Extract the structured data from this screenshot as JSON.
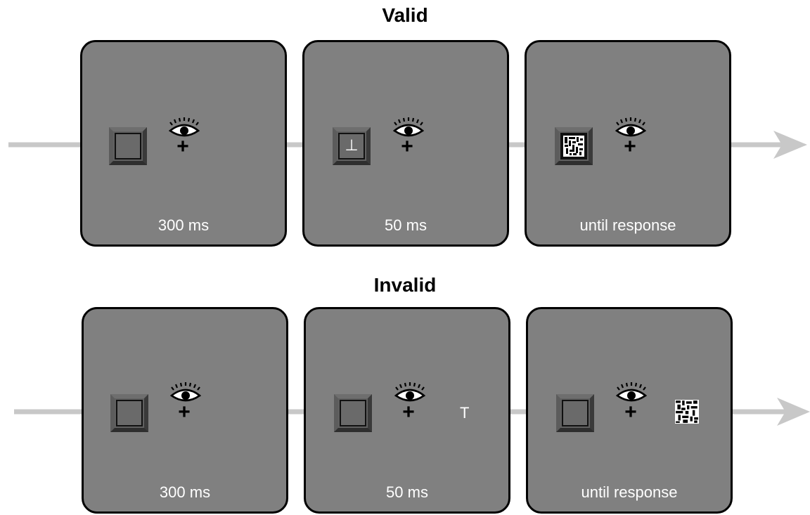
{
  "diagram": {
    "rows": [
      {
        "title": "Valid",
        "panels": [
          {
            "timing": "300 ms",
            "box_letter": "",
            "free_letter": "",
            "mask": "none"
          },
          {
            "timing": "50 ms",
            "box_letter": "⊥",
            "free_letter": "",
            "mask": "none"
          },
          {
            "timing": "until response",
            "box_letter": "",
            "free_letter": "",
            "mask": "in-box"
          }
        ]
      },
      {
        "title": "Invalid",
        "panels": [
          {
            "timing": "300 ms",
            "box_letter": "",
            "free_letter": "",
            "mask": "none"
          },
          {
            "timing": "50 ms",
            "box_letter": "",
            "free_letter": "T",
            "mask": "none"
          },
          {
            "timing": "until response",
            "box_letter": "",
            "free_letter": "",
            "mask": "outside-box"
          }
        ]
      }
    ],
    "colors": {
      "panel": "#808080",
      "panel_border": "#000000",
      "arrow": "#c8c8c8",
      "text_on_panel": "#ffffff",
      "title": "#000000"
    },
    "icons": [
      "eye-icon",
      "fixation-cross",
      "placeholder-box",
      "noise-mask"
    ]
  }
}
